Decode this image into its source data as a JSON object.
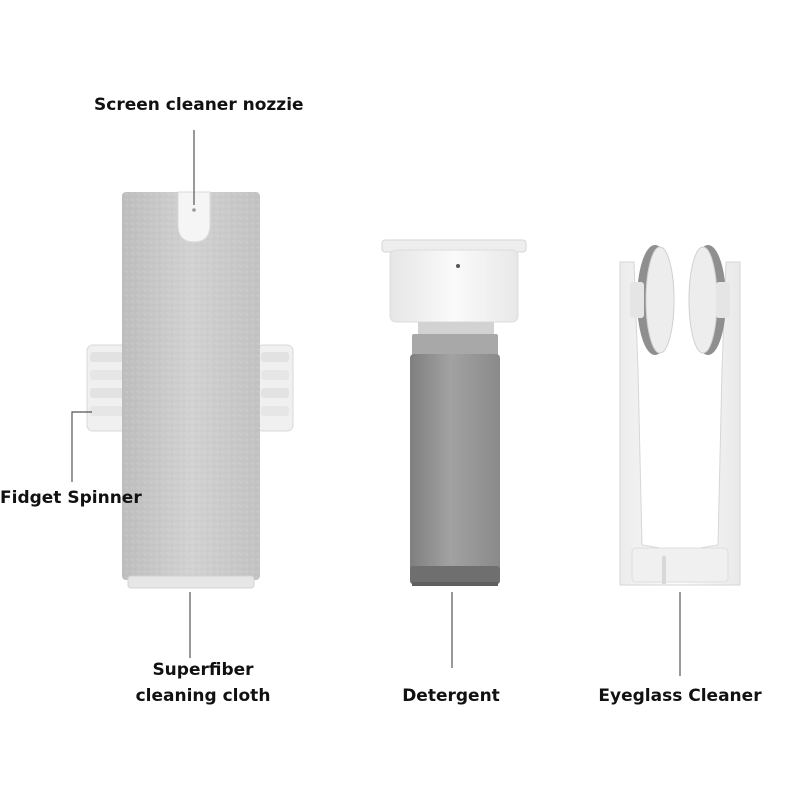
{
  "labels": {
    "nozzle": "Screen cleaner nozzie",
    "fidget": "Fidget Spinner",
    "cloth_line1": "Superfiber",
    "cloth_line2": "cleaning cloth",
    "detergent": "Detergent",
    "eyeglass": "Eyeglass Cleaner"
  },
  "colors": {
    "body_gray": "#c9c9c9",
    "spinner_white": "#f2f2f2",
    "bottle_gray": "#8d8d8d",
    "leader_line": "#555555"
  }
}
